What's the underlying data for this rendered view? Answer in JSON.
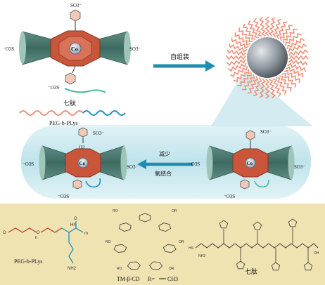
{
  "colors": {
    "cd_body": "#4c7a70",
    "cd_rim": "#9fc4b8",
    "porphyrin": "#c9563a",
    "arrow": "#1c8fb0",
    "peg_wave": "#f08f78",
    "plys_wave": "#1e8fc0",
    "peptide_tail": "#47b8a0",
    "panel_blue": "#d3ecf1",
    "panel_beige": "#efe3b2",
    "micelle_core": "#7d858d"
  },
  "labels": {
    "so3_minus": "SO3⁻",
    "minus_o3s": "⁻O3S",
    "co": "Co",
    "o2": "O2",
    "n": "N",
    "self_assembly": "自组装",
    "heptapeptide_top": "七肽",
    "peg_plys_top": "PEG-b-PLys",
    "reduce": "减少",
    "oxygen_binding": "氧结合",
    "peg_plys_bottom": "PEG-b-PLys",
    "tm_cd": "TM-β-CD",
    "r_group": "R=",
    "ch3": "CH3",
    "heptapeptide_bottom": "七肽",
    "nh2": "NH2",
    "o": "O",
    "ro": "RO",
    "or": "OR",
    "hn": "HN",
    "nh": "NH",
    "m": "m",
    "n_sub": "n",
    "hs": "HS",
    "oh": "OH"
  }
}
